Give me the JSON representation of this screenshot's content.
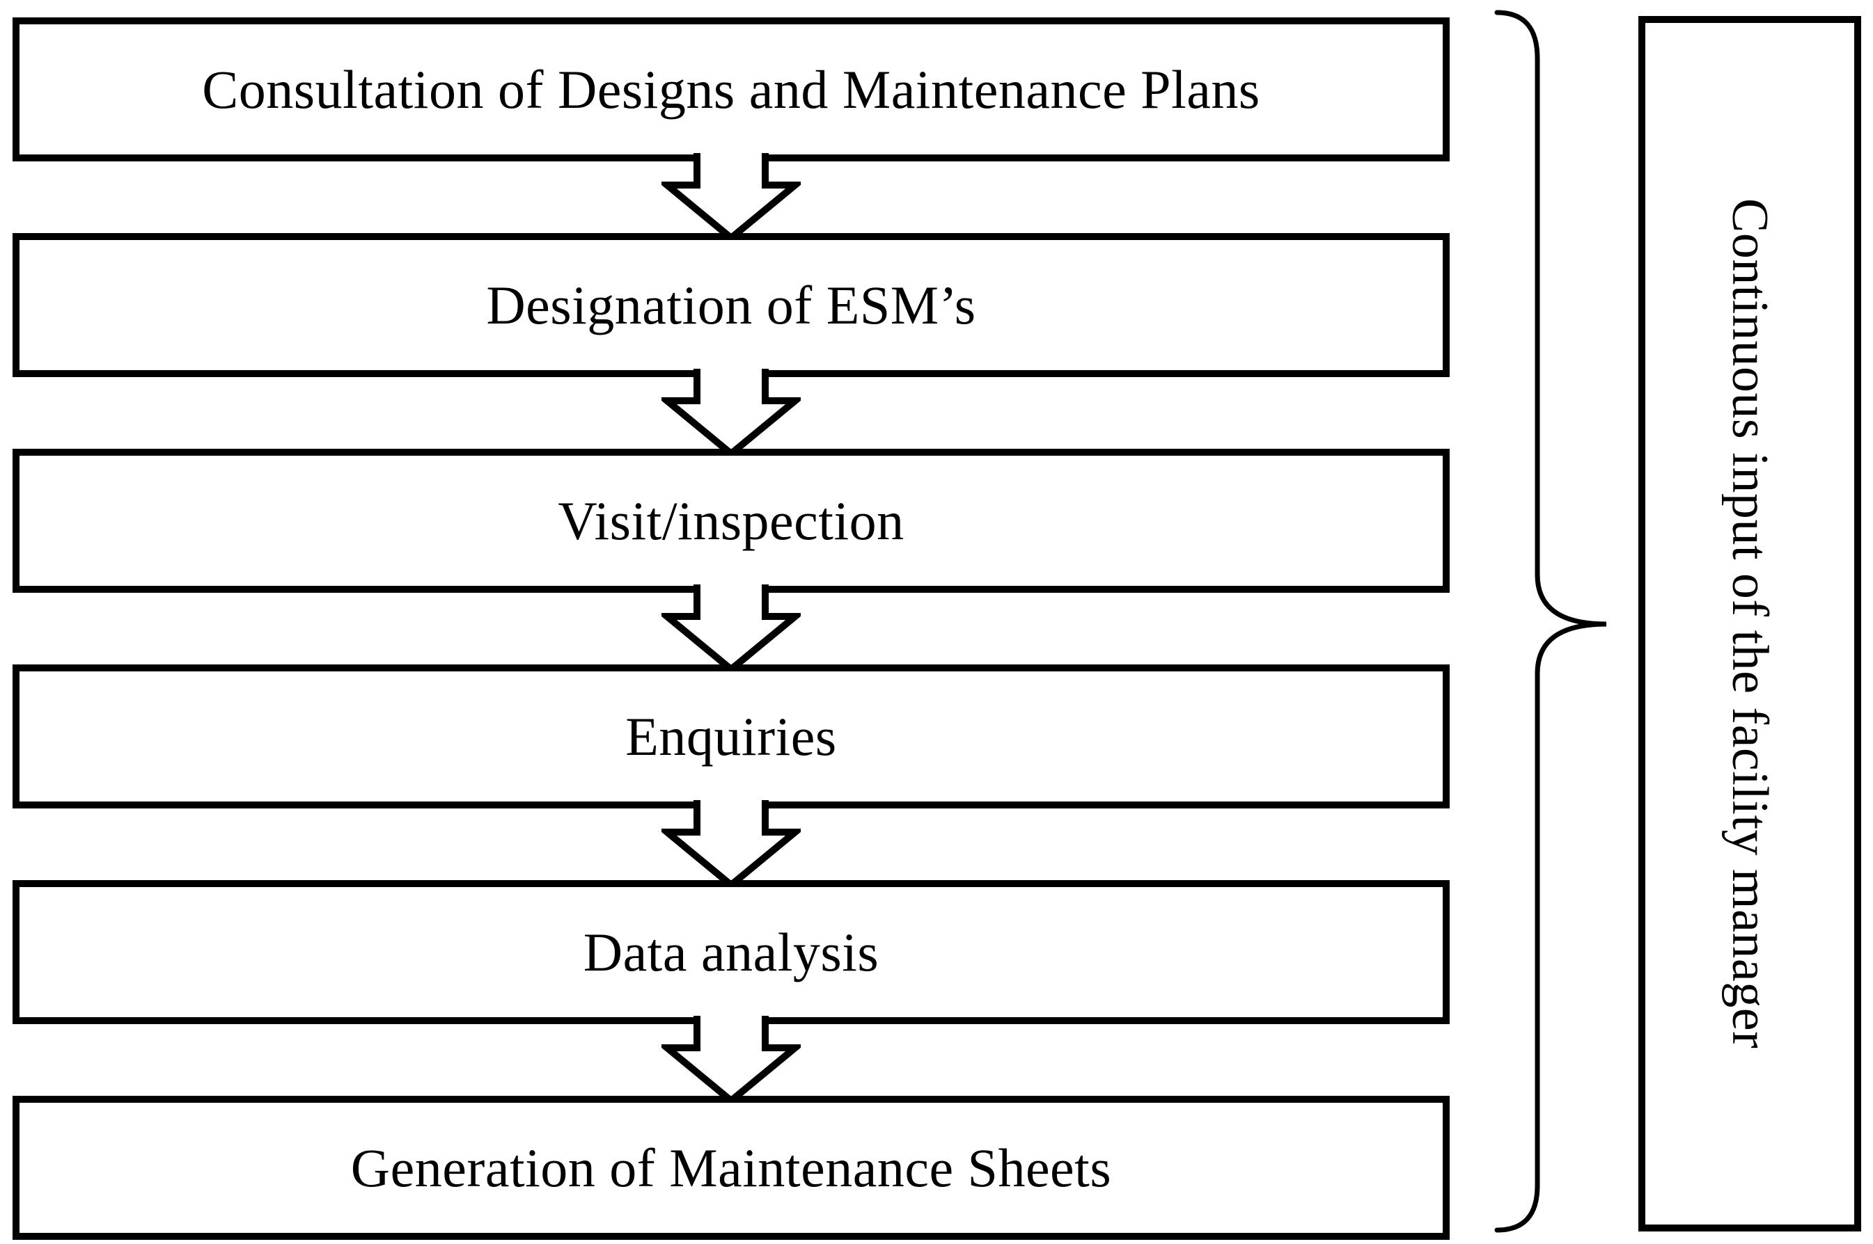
{
  "colors": {
    "background": "#ffffff",
    "line": "#000000",
    "box_fill": "#ffffff"
  },
  "flow": {
    "steps": [
      "Consultation of Designs and Maintenance Plans",
      "Designation of ESM’s",
      "Visit/inspection",
      "Enquiries",
      "Data analysis",
      "Generation of Maintenance Sheets"
    ]
  },
  "side_panel": {
    "label": "Continuous input of the facility manager"
  },
  "icons": {
    "arrow": "down-block-arrow",
    "brace": "right-curly-brace"
  }
}
